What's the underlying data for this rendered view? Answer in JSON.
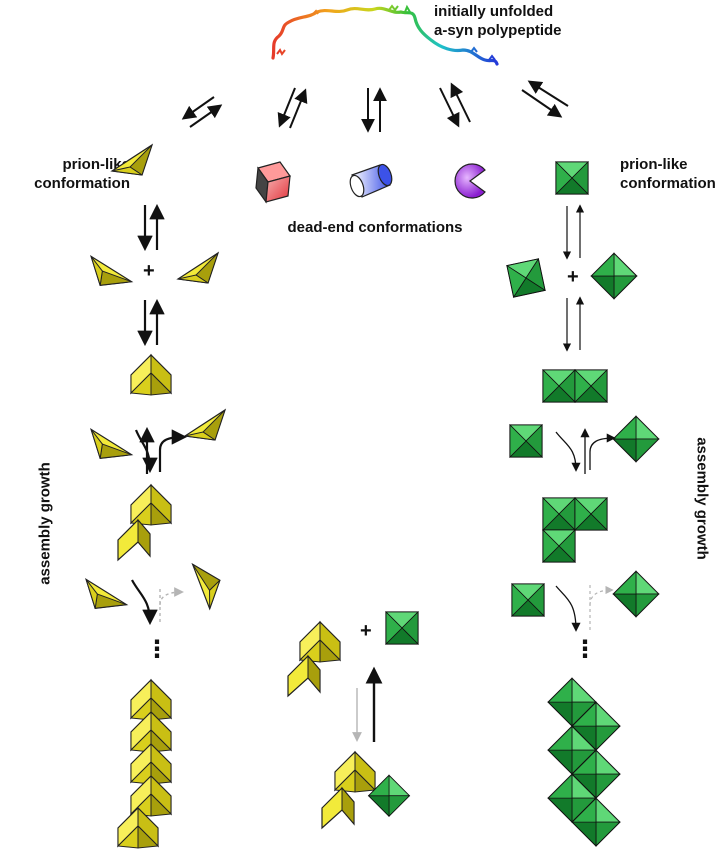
{
  "labels": {
    "polypeptide_line1": "initially unfolded",
    "polypeptide_line2": "a-syn polypeptide",
    "prion_left_line1": "prion-like",
    "prion_left_line2": "conformation",
    "prion_right_line1": "prion-like",
    "prion_right_line2": "conformation",
    "dead_end": "dead-end conformations",
    "growth_left": "assembly growth",
    "growth_right": "assembly growth",
    "plus": "+",
    "ellipsis": "⋮"
  },
  "colors": {
    "yellow_light": "#f2ea3a",
    "yellow_mid": "#d9cf1c",
    "yellow_dark": "#a89f0c",
    "green_light": "#3fc35a",
    "green_mid": "#239a3c",
    "green_dark": "#127a2a",
    "cube_red": "#e8535a",
    "cyl_blue": "#3c52e8",
    "pac_purple": "#a23ee0",
    "arrow": "#111111",
    "arrow_faint": "#b5b5b5"
  },
  "icons": [
    "polypeptide-chain-icon",
    "yellow-wedge-icon",
    "green-octahedron-icon",
    "red-cube-icon",
    "blue-cylinder-icon",
    "purple-pacman-icon"
  ]
}
